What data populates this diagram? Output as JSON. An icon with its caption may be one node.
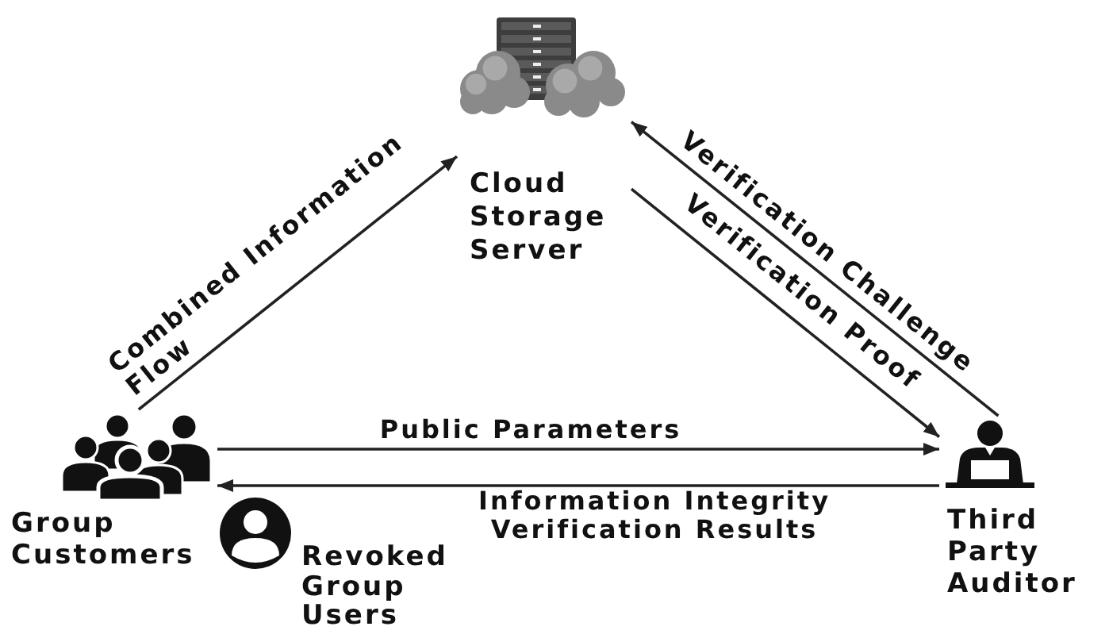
{
  "diagram": {
    "nodes": [
      {
        "text": [
          "Cloud Storage Server"
        ]
      },
      {
        "text": [
          "Group Customers"
        ]
      },
      {
        "text": [
          "Revoked Group Users"
        ]
      },
      {
        "text": [
          "Third Party Auditor"
        ]
      }
    ],
    "edges": [
      {
        "from": 1,
        "to": 0,
        "arrow": "to",
        "label": "Combined Information Flow"
      },
      {
        "from": 3,
        "to": 0,
        "arrow": "to",
        "label": "Verification Challenge"
      },
      {
        "from": 0,
        "to": 3,
        "arrow": "to",
        "label": "Verification Proof"
      },
      {
        "from": 1,
        "to": 3,
        "arrow": "to",
        "label": "Public Parameters"
      },
      {
        "from": 3,
        "to": 1,
        "arrow": "to",
        "label": "Information Integrity Verification Results"
      }
    ]
  }
}
